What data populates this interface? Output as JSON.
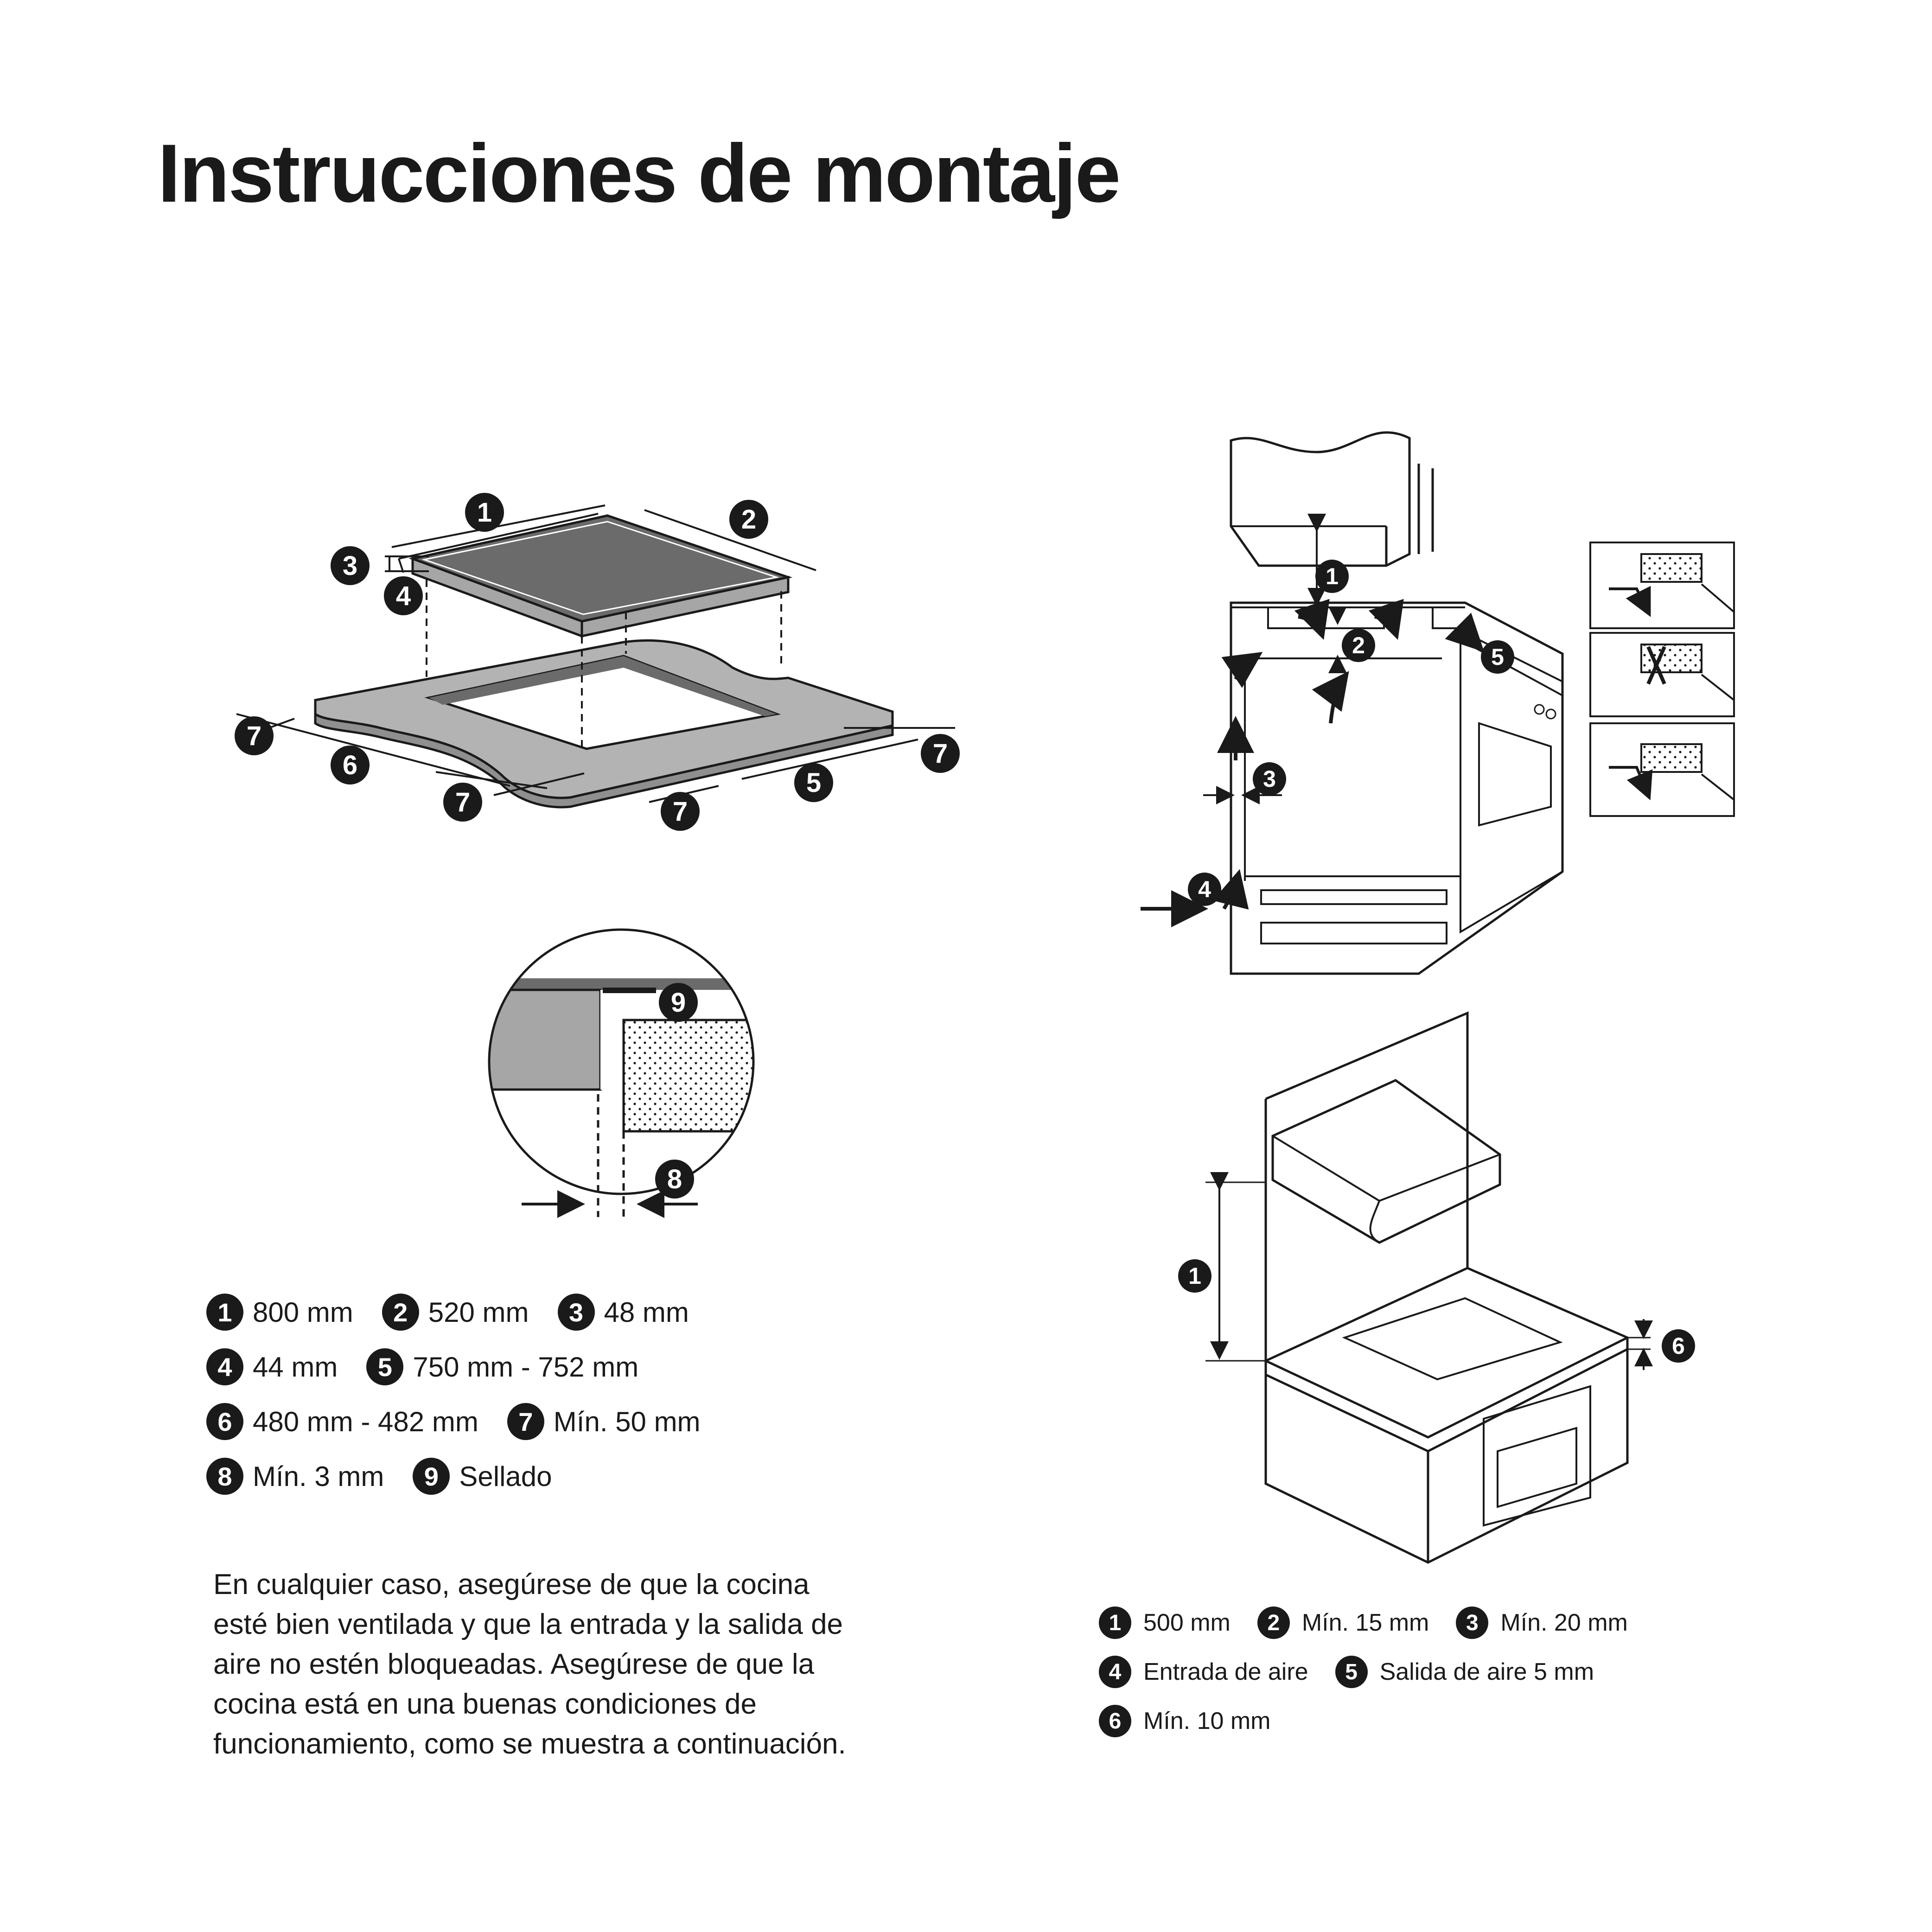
{
  "title": "Instrucciones de montaje",
  "callouts": [
    "1",
    "2",
    "3",
    "4",
    "5",
    "6",
    "7",
    "8",
    "9"
  ],
  "legend_left": [
    [
      {
        "num": "1",
        "text": "800 mm"
      },
      {
        "num": "2",
        "text": "520 mm"
      },
      {
        "num": "3",
        "text": "48 mm"
      }
    ],
    [
      {
        "num": "4",
        "text": "44 mm"
      },
      {
        "num": "5",
        "text": "750 mm - 752 mm"
      }
    ],
    [
      {
        "num": "6",
        "text": "480 mm - 482 mm"
      },
      {
        "num": "7",
        "text": "Mín. 50 mm"
      }
    ],
    [
      {
        "num": "8",
        "text": "Mín. 3 mm"
      },
      {
        "num": "9",
        "text": "Sellado"
      }
    ]
  ],
  "legend_right": [
    [
      {
        "num": "1",
        "text": "500 mm"
      },
      {
        "num": "2",
        "text": "Mín. 15 mm"
      },
      {
        "num": "3",
        "text": "Mín. 20 mm"
      }
    ],
    [
      {
        "num": "4",
        "text": "Entrada de aire"
      },
      {
        "num": "5",
        "text": "Salida de aire 5 mm"
      }
    ],
    [
      {
        "num": "6",
        "text": "Mín. 10 mm"
      }
    ]
  ],
  "note": "En cualquier caso, asegúrese de que la cocina esté bien ventilada y que la entrada y la salida de aire no estén bloqueadas. Asegúrese de que la cocina está en una buenas condiciones de funcionamiento, como se muestra a continuación.",
  "colors": {
    "ink": "#1a1a1a",
    "countertop": "#b3b3b3",
    "glass": "#6b6b6b",
    "panel": "#a6a6a6"
  }
}
